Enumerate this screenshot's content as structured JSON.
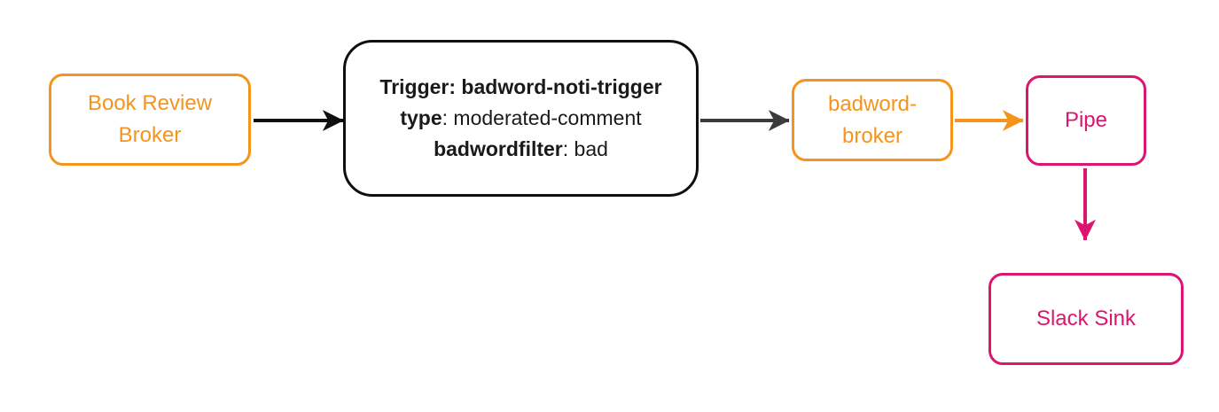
{
  "colors": {
    "orange": "#F5941D",
    "pink": "#DC156F",
    "black": "#0F0F0F",
    "gray": "#3B3B3B",
    "text_dark": "#1A1A1A",
    "background": "#FFFFFF"
  },
  "nodes": {
    "book_review_broker": {
      "label": "Book Review\nBroker"
    },
    "trigger": {
      "lines": [
        {
          "bold": "Trigger: badword-noti-trigger",
          "rest": ""
        },
        {
          "bold": "type",
          "rest": ": moderated-comment"
        },
        {
          "bold": "badwordfilter",
          "rest": ": bad"
        }
      ]
    },
    "badword_broker": {
      "label": "badword-\nbroker"
    },
    "pipe": {
      "label": "Pipe"
    },
    "slack_sink": {
      "label": "Slack Sink"
    }
  },
  "edges": [
    {
      "from": "book_review_broker",
      "to": "trigger",
      "color": "black"
    },
    {
      "from": "trigger",
      "to": "badword_broker",
      "color": "gray"
    },
    {
      "from": "badword_broker",
      "to": "pipe",
      "color": "orange"
    },
    {
      "from": "pipe",
      "to": "slack_sink",
      "color": "pink"
    }
  ]
}
